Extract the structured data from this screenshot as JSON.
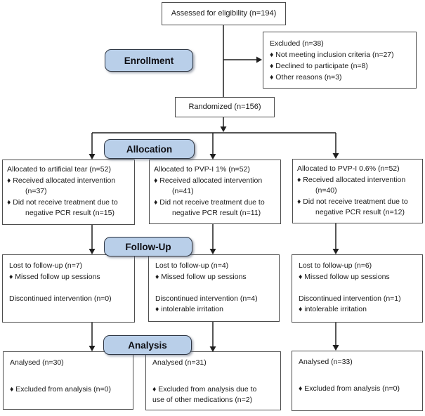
{
  "title": "CONSORT participant flow diagram",
  "stages": {
    "enrollment": "Enrollment",
    "allocation": "Allocation",
    "followup": "Follow-Up",
    "analysis": "Analysis"
  },
  "boxes": {
    "assessed": {
      "text": "Assessed for eligibility (n=194)"
    },
    "excluded": {
      "lines": [
        "Excluded (n=38)",
        "♦  Not meeting inclusion criteria (n=27)",
        "♦  Declined to participate (n=8)",
        "♦  Other reasons (n=3)"
      ]
    },
    "randomized": {
      "text": "Randomized (n=156)"
    },
    "alloc_left": {
      "lines": [
        "Allocated to artificial tear (n=52)",
        "♦ Received allocated intervention",
        "(n=37)",
        "♦ Did not receive treatment due to",
        "negative PCR result (n=15)"
      ]
    },
    "alloc_mid": {
      "lines": [
        "Allocated to PVP-I 1% (n=52)",
        "♦ Received allocated intervention",
        "(n=41)",
        "♦ Did not receive treatment due to",
        "negative PCR result (n=11)"
      ]
    },
    "alloc_right": {
      "lines": [
        "Allocated to PVP-I 0.6% (n=52)",
        "♦ Received allocated intervention",
        "(n=40)",
        "♦ Did not receive treatment due to",
        "negative PCR result (n=12)"
      ]
    },
    "fu_left": {
      "lines": [
        "Lost to follow-up (n=7)",
        "♦ Missed follow up sessions",
        "",
        "Discontinued intervention (n=0)"
      ]
    },
    "fu_mid": {
      "lines": [
        "Lost to follow-up (n=4)",
        "♦ Missed follow up sessions",
        "",
        "Discontinued intervention (n=4)",
        "♦ intolerable irritation"
      ]
    },
    "fu_right": {
      "lines": [
        "Lost to follow-up (n=6)",
        "♦ Missed follow up sessions",
        "",
        "Discontinued intervention (n=1)",
        "♦ intolerable irritation"
      ]
    },
    "an_left": {
      "lines": [
        "Analysed (n=30)",
        "",
        "♦ Excluded from analysis (n=0)"
      ]
    },
    "an_mid": {
      "lines": [
        "Analysed (n=31)",
        "",
        "♦ Excluded from analysis due to",
        "use of other medications (n=2)"
      ]
    },
    "an_right": {
      "lines": [
        "Analysed (n=33)",
        "",
        "♦ Excluded from analysis (n=0)"
      ]
    }
  },
  "colors": {
    "pill_fill": "#b9cfe9",
    "pill_border": "#2f3744",
    "box_border": "#4d4d4d",
    "line": "#1f1f1f"
  }
}
